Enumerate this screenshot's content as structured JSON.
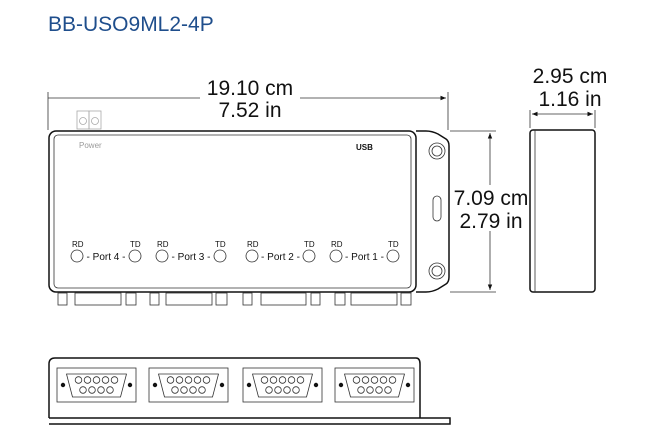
{
  "title": "BB-USO9ML2-4P",
  "colors": {
    "title": "#1f4e8c",
    "line": "#111111",
    "power": "#9a9a9a"
  },
  "dimensions": {
    "width_cm": "19.10 cm",
    "width_in": "7.52 in",
    "height_cm": "7.09 cm",
    "height_in": "2.79 in",
    "depth_cm": "2.95 cm",
    "depth_in": "1.16 in"
  },
  "labels": {
    "power": "Power",
    "usb": "USB"
  },
  "ports": [
    {
      "rd": "RD",
      "name": "- Port 4 -",
      "td": "TD"
    },
    {
      "rd": "RD",
      "name": "- Port 3 -",
      "td": "TD"
    },
    {
      "rd": "RD",
      "name": "- Port 2 -",
      "td": "TD"
    },
    {
      "rd": "RD",
      "name": "- Port 1 -",
      "td": "TD"
    }
  ]
}
